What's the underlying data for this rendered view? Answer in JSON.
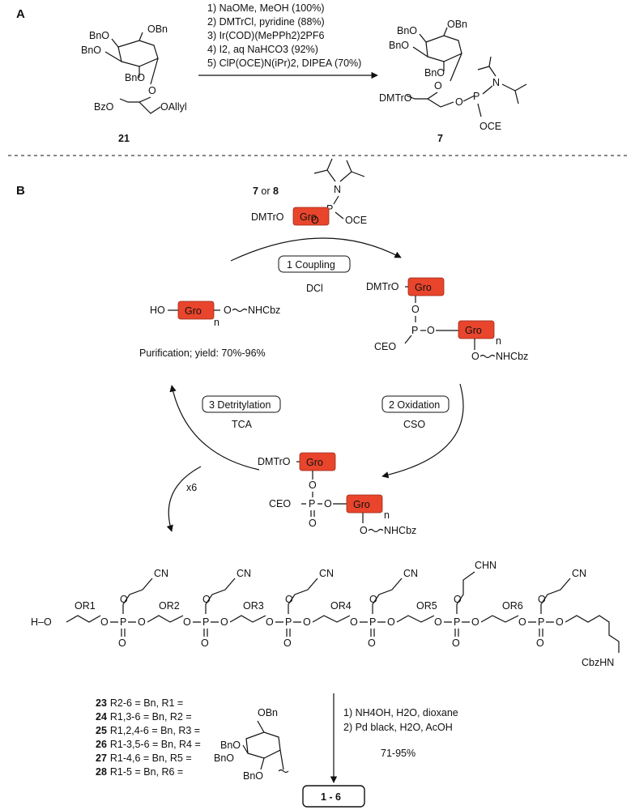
{
  "panelA": {
    "label": "A",
    "steps": [
      "1) NaOMe, MeOH (100%)",
      "2) DMTrCl, pyridine (88%)",
      "3) Ir(COD)(MePPh2)2PF6",
      "4) I2, aq NaHCO3 (92%)",
      "5) ClP(OCE)N(iPr)2, DIPEA (70%)"
    ],
    "start_compound": "21",
    "product_compound": "7",
    "start_groups": {
      "obn_top": "OBn",
      "bno1": "BnO",
      "bno2": "BnO",
      "bno3": "BnO",
      "bzo": "BzO",
      "oallyl": "OAllyl"
    },
    "product_groups": {
      "obn_top": "OBn",
      "bno1": "BnO",
      "bno2": "BnO",
      "bno3": "BnO",
      "o": "O",
      "dmtro": "DMTrO",
      "o2": "O",
      "p": "P",
      "n": "N",
      "oce": "OCE"
    }
  },
  "panelB": {
    "label": "B",
    "reagent_title": {
      "a": "7",
      "or": " or ",
      "b": "8"
    },
    "gro": "Gro",
    "dmtro": "DMTrO",
    "ho": "HO",
    "o": "O",
    "p": "P",
    "n": "N",
    "oce": "OCE",
    "ceo": "CEO",
    "nhcbz": "NHCbz",
    "sub_n": "n",
    "step1": {
      "box": "1 Coupling",
      "reagent": "DCl"
    },
    "step2": {
      "box": "2 Oxidation",
      "reagent": "CSO"
    },
    "step3": {
      "box": "3 Detritylation",
      "reagent": "TCA"
    },
    "purification": "Purification; yield: 70%-96%",
    "repeat": "x6",
    "chain": {
      "h_o": "H–O",
      "cn": "CN",
      "chn": "CHN",
      "or_labels": [
        "OR1",
        "OR2",
        "OR3",
        "OR4",
        "OR5",
        "OR6"
      ],
      "o": "O",
      "p": "P",
      "cbzhn": "CbzHN"
    },
    "compounds": [
      {
        "num": "23",
        "text": "R2-6 = Bn, R1 ="
      },
      {
        "num": "24",
        "text": "R1,3-6 = Bn, R2 ="
      },
      {
        "num": "25",
        "text": "R1,2,4-6 = Bn, R3 ="
      },
      {
        "num": "26",
        "text": "R1-3,5-6 = Bn, R4 ="
      },
      {
        "num": "27",
        "text": "R1-4,6 = Bn, R5 ="
      },
      {
        "num": "28",
        "text": "R1-5 = Bn, R6 ="
      }
    ],
    "sugar_groups": {
      "obn": "OBn",
      "bno1": "BnO",
      "bno2": "BnO",
      "bno3": "BnO"
    },
    "final_steps": [
      "1) NH4OH, H2O, dioxane",
      "2) Pd black, H2O, AcOH"
    ],
    "final_yield": "71-95%",
    "final_product": "1 - 6"
  }
}
